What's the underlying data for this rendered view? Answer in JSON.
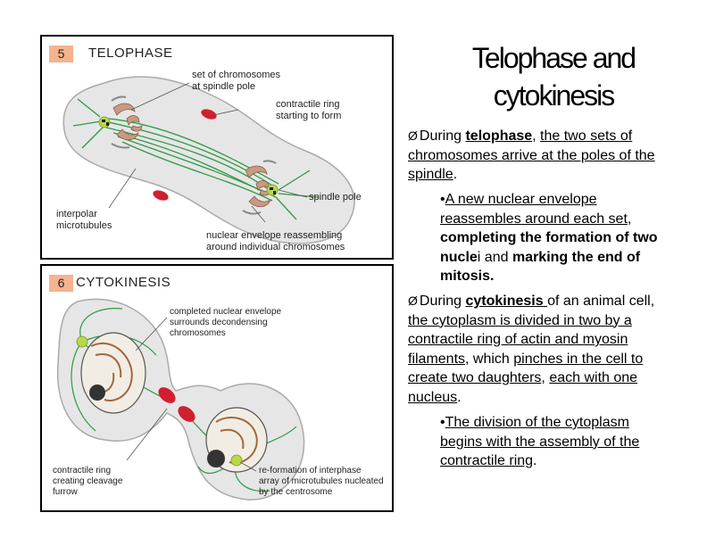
{
  "slide_title_line1": "Telophase and",
  "slide_title_line2": "cytokinesis",
  "panel5": {
    "number": "5",
    "title": "TELOPHASE",
    "labels": {
      "chromosomes_1": "set of chromosomes",
      "chromosomes_2": "at spindle pole",
      "ring_1": "contractile ring",
      "ring_2": "starting to form",
      "spindle_pole": "spindle pole",
      "interpolar_1": "interpolar",
      "interpolar_2": "microtubules",
      "envelope_1": "nuclear envelope reassembling",
      "envelope_2": "around individual chromosomes"
    }
  },
  "panel6": {
    "number": "6",
    "title": "CYTOKINESIS",
    "labels": {
      "completed_1": "completed nuclear envelope",
      "completed_2": "surrounds decondensing",
      "completed_3": "chromosomes",
      "furrow_1": "contractile ring",
      "furrow_2": "creating cleavage",
      "furrow_3": "furrow",
      "reformation_1": "re-formation of interphase",
      "reformation_2": "array of microtubules nucleated",
      "reformation_3": "by the centrosome"
    }
  },
  "bullets": {
    "b1": {
      "marker": "Ø",
      "t1": "During ",
      "t2": "telophase",
      "t3": ", ",
      "t4": "the two sets of chromosomes arrive at the poles of the spindle",
      "t5": "."
    },
    "b2": {
      "marker": "•",
      "t1": "A new nuclear envelope reassembles around each set",
      "t2": ", ",
      "t3": "completing the formation of two nucle",
      "t4": "i and ",
      "t5": "marking the end of mitosis."
    },
    "b3": {
      "marker": "Ø",
      "t1": "During ",
      "t2": "cytokinesis ",
      "t3": "of an animal cell, ",
      "t4": "the cytoplasm is divided in two by a contractile ring of actin and myosin filaments",
      "t5": ", which ",
      "t6": "pinches in the cell to create two daughters",
      "t7": ", ",
      "t8": "each with one nucleus",
      "t9": "."
    },
    "b4": {
      "marker": "•",
      "t1": "The division of the cytoplasm begins with the assembly of the contractile ring",
      "t2": "."
    }
  },
  "colors": {
    "cell_fill": "#e6e6e6",
    "chromosome": "#c89a82",
    "microtubule": "#2e9a45",
    "ring": "#d01f2f",
    "centrosome": "#b8d84a",
    "badge": "#f6b38f"
  }
}
